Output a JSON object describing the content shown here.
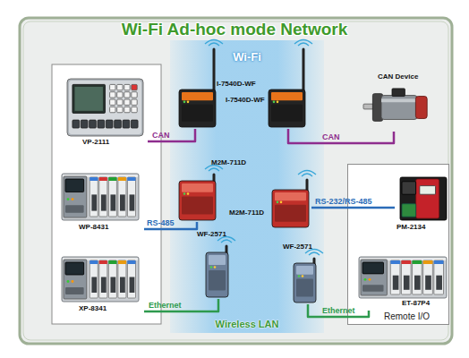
{
  "diagram": {
    "title": "Wi-Fi Ad-hoc mode Network",
    "nodes": [
      {
        "text": [
          "Wi-Fi",
          "Wireless LAN"
        ]
      },
      {
        "text": [
          "VP-2111"
        ]
      },
      {
        "text": [
          "I-7540D-WF"
        ],
        "in": 0
      },
      {
        "text": [
          "I-7540D-WF"
        ],
        "in": 0
      },
      {
        "text": [
          "CAN Device"
        ]
      },
      {
        "text": [
          "WP-8431"
        ]
      },
      {
        "text": [
          "M2M-711D"
        ],
        "in": 0
      },
      {
        "text": [
          "M2M-711D"
        ],
        "in": 0
      },
      {
        "text": [
          "Remote I/O"
        ]
      },
      {
        "text": [
          "PM-2134"
        ],
        "in": 8
      },
      {
        "text": [
          "XP-8341"
        ]
      },
      {
        "text": [
          "WF-2571"
        ],
        "in": 0
      },
      {
        "text": [
          "WF-2571"
        ],
        "in": 0
      },
      {
        "text": [
          "ET-87P4"
        ],
        "in": 8
      }
    ],
    "edges": [
      {
        "from": 1,
        "to": 2,
        "label": "CAN",
        "arrow": "none"
      },
      {
        "from": 3,
        "to": 4,
        "label": "CAN",
        "arrow": "none"
      },
      {
        "from": 5,
        "to": 6,
        "label": "RS-485",
        "arrow": "none"
      },
      {
        "from": 7,
        "to": 9,
        "label": "RS-232/RS-485",
        "arrow": "none"
      },
      {
        "from": 10,
        "to": 11,
        "label": "Ethernet",
        "arrow": "none"
      },
      {
        "from": 12,
        "to": 13,
        "label": "Ethernet",
        "arrow": "none"
      }
    ]
  }
}
